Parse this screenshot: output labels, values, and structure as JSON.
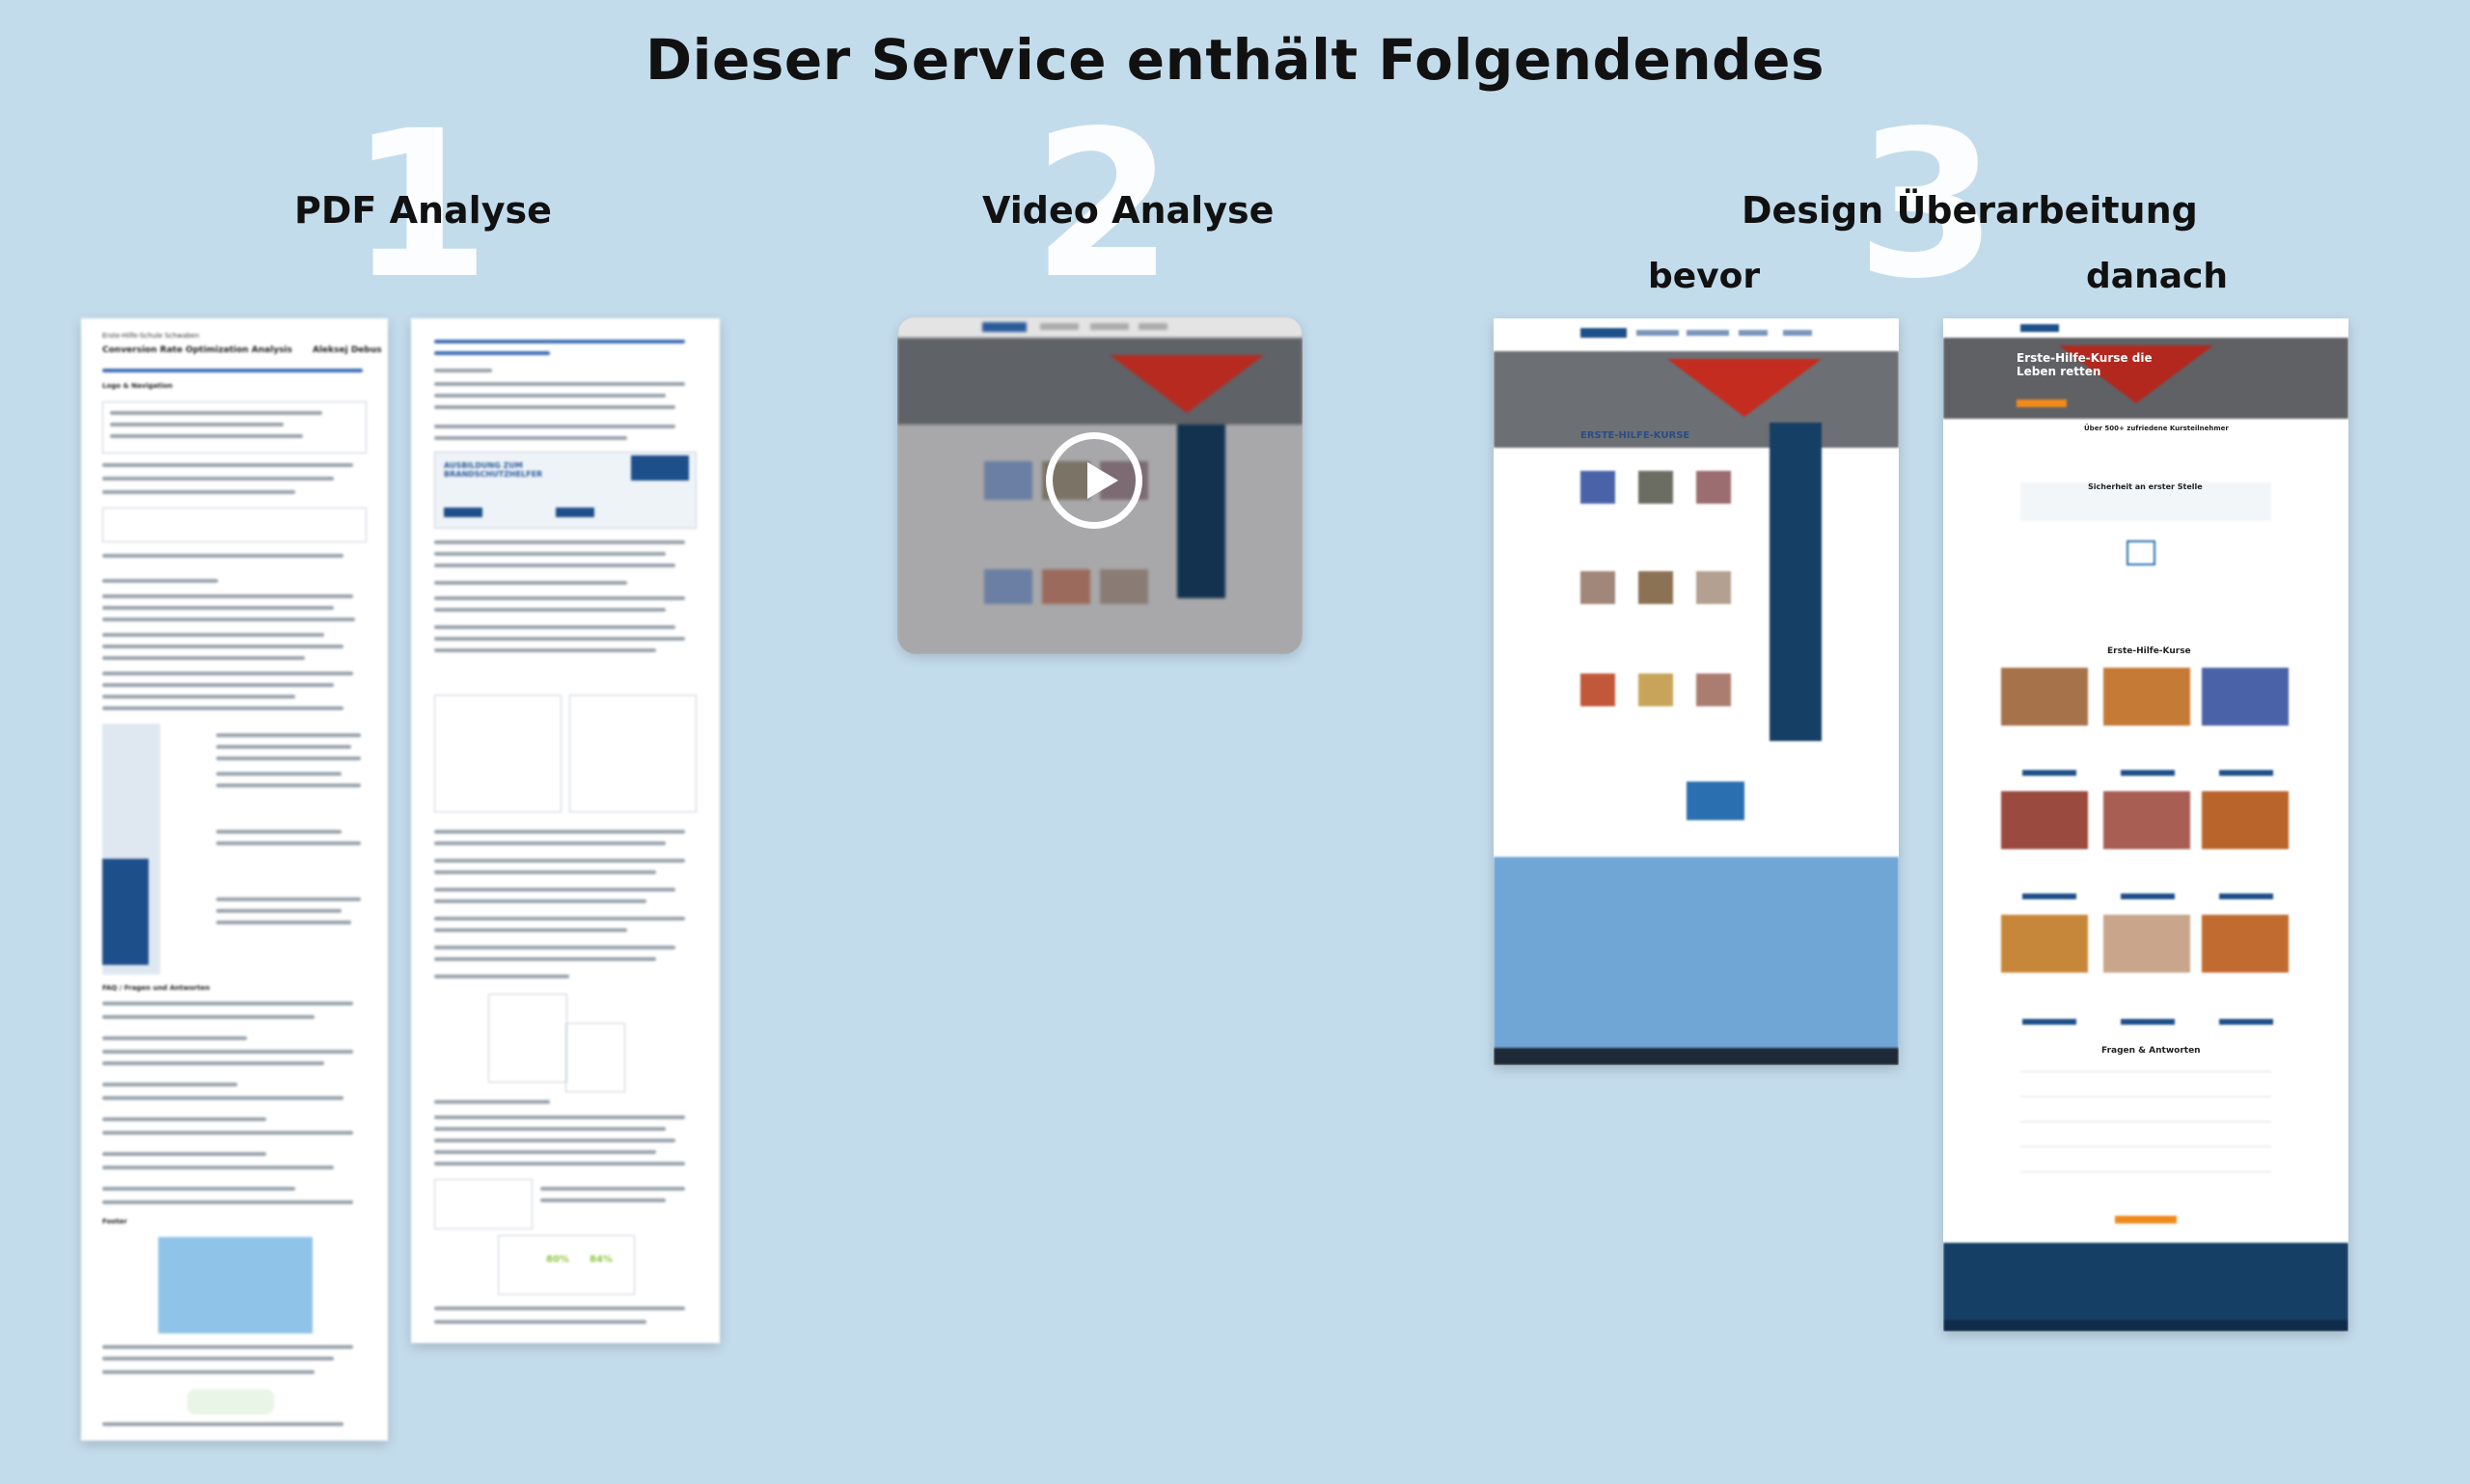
{
  "headline": "Dieser Service enthält Folgendendes",
  "steps": [
    {
      "number": "1",
      "label": "PDF Analyse"
    },
    {
      "number": "2",
      "label": "Video Analyse"
    },
    {
      "number": "3",
      "label": "Design Überarbeitung"
    }
  ],
  "design": {
    "before_label": "bevor",
    "after_label": "danach"
  },
  "pdf_preview": {
    "org": "Erste-Hilfe-Schule Schwaben",
    "doc_title": "Conversion Rate Optimization Analysis",
    "author": "Aleksej Debus",
    "section_logo": "Logo & Navigation",
    "section_faq": "FAQ / Fragen und Antworten",
    "section_footer": "Footer",
    "course_box": "AUSBILDUNG ZUM BRANDSCHUTZHELFER",
    "score_a": "80%",
    "score_b": "84%"
  },
  "site_before": {
    "heading": "ERSTE-HILFE-KURSE"
  },
  "site_after": {
    "hero_title": "Erste-Hilfe-Kurse die Leben retten",
    "trust_line": "Über 500+ zufriedene Kursteilnehmer",
    "section_title": "Sicherheit an erster Stelle",
    "courses_title": "Erste-Hilfe-Kurse",
    "faq_title": "Fragen & Antworten"
  },
  "colors": {
    "background": "#c3dcec",
    "brand_blue": "#1d4f8a",
    "footer_blue": "#6fa6d6",
    "dark_navy": "#163f66",
    "accent_orange": "#f08a1c"
  },
  "icons": [
    "play-icon"
  ]
}
